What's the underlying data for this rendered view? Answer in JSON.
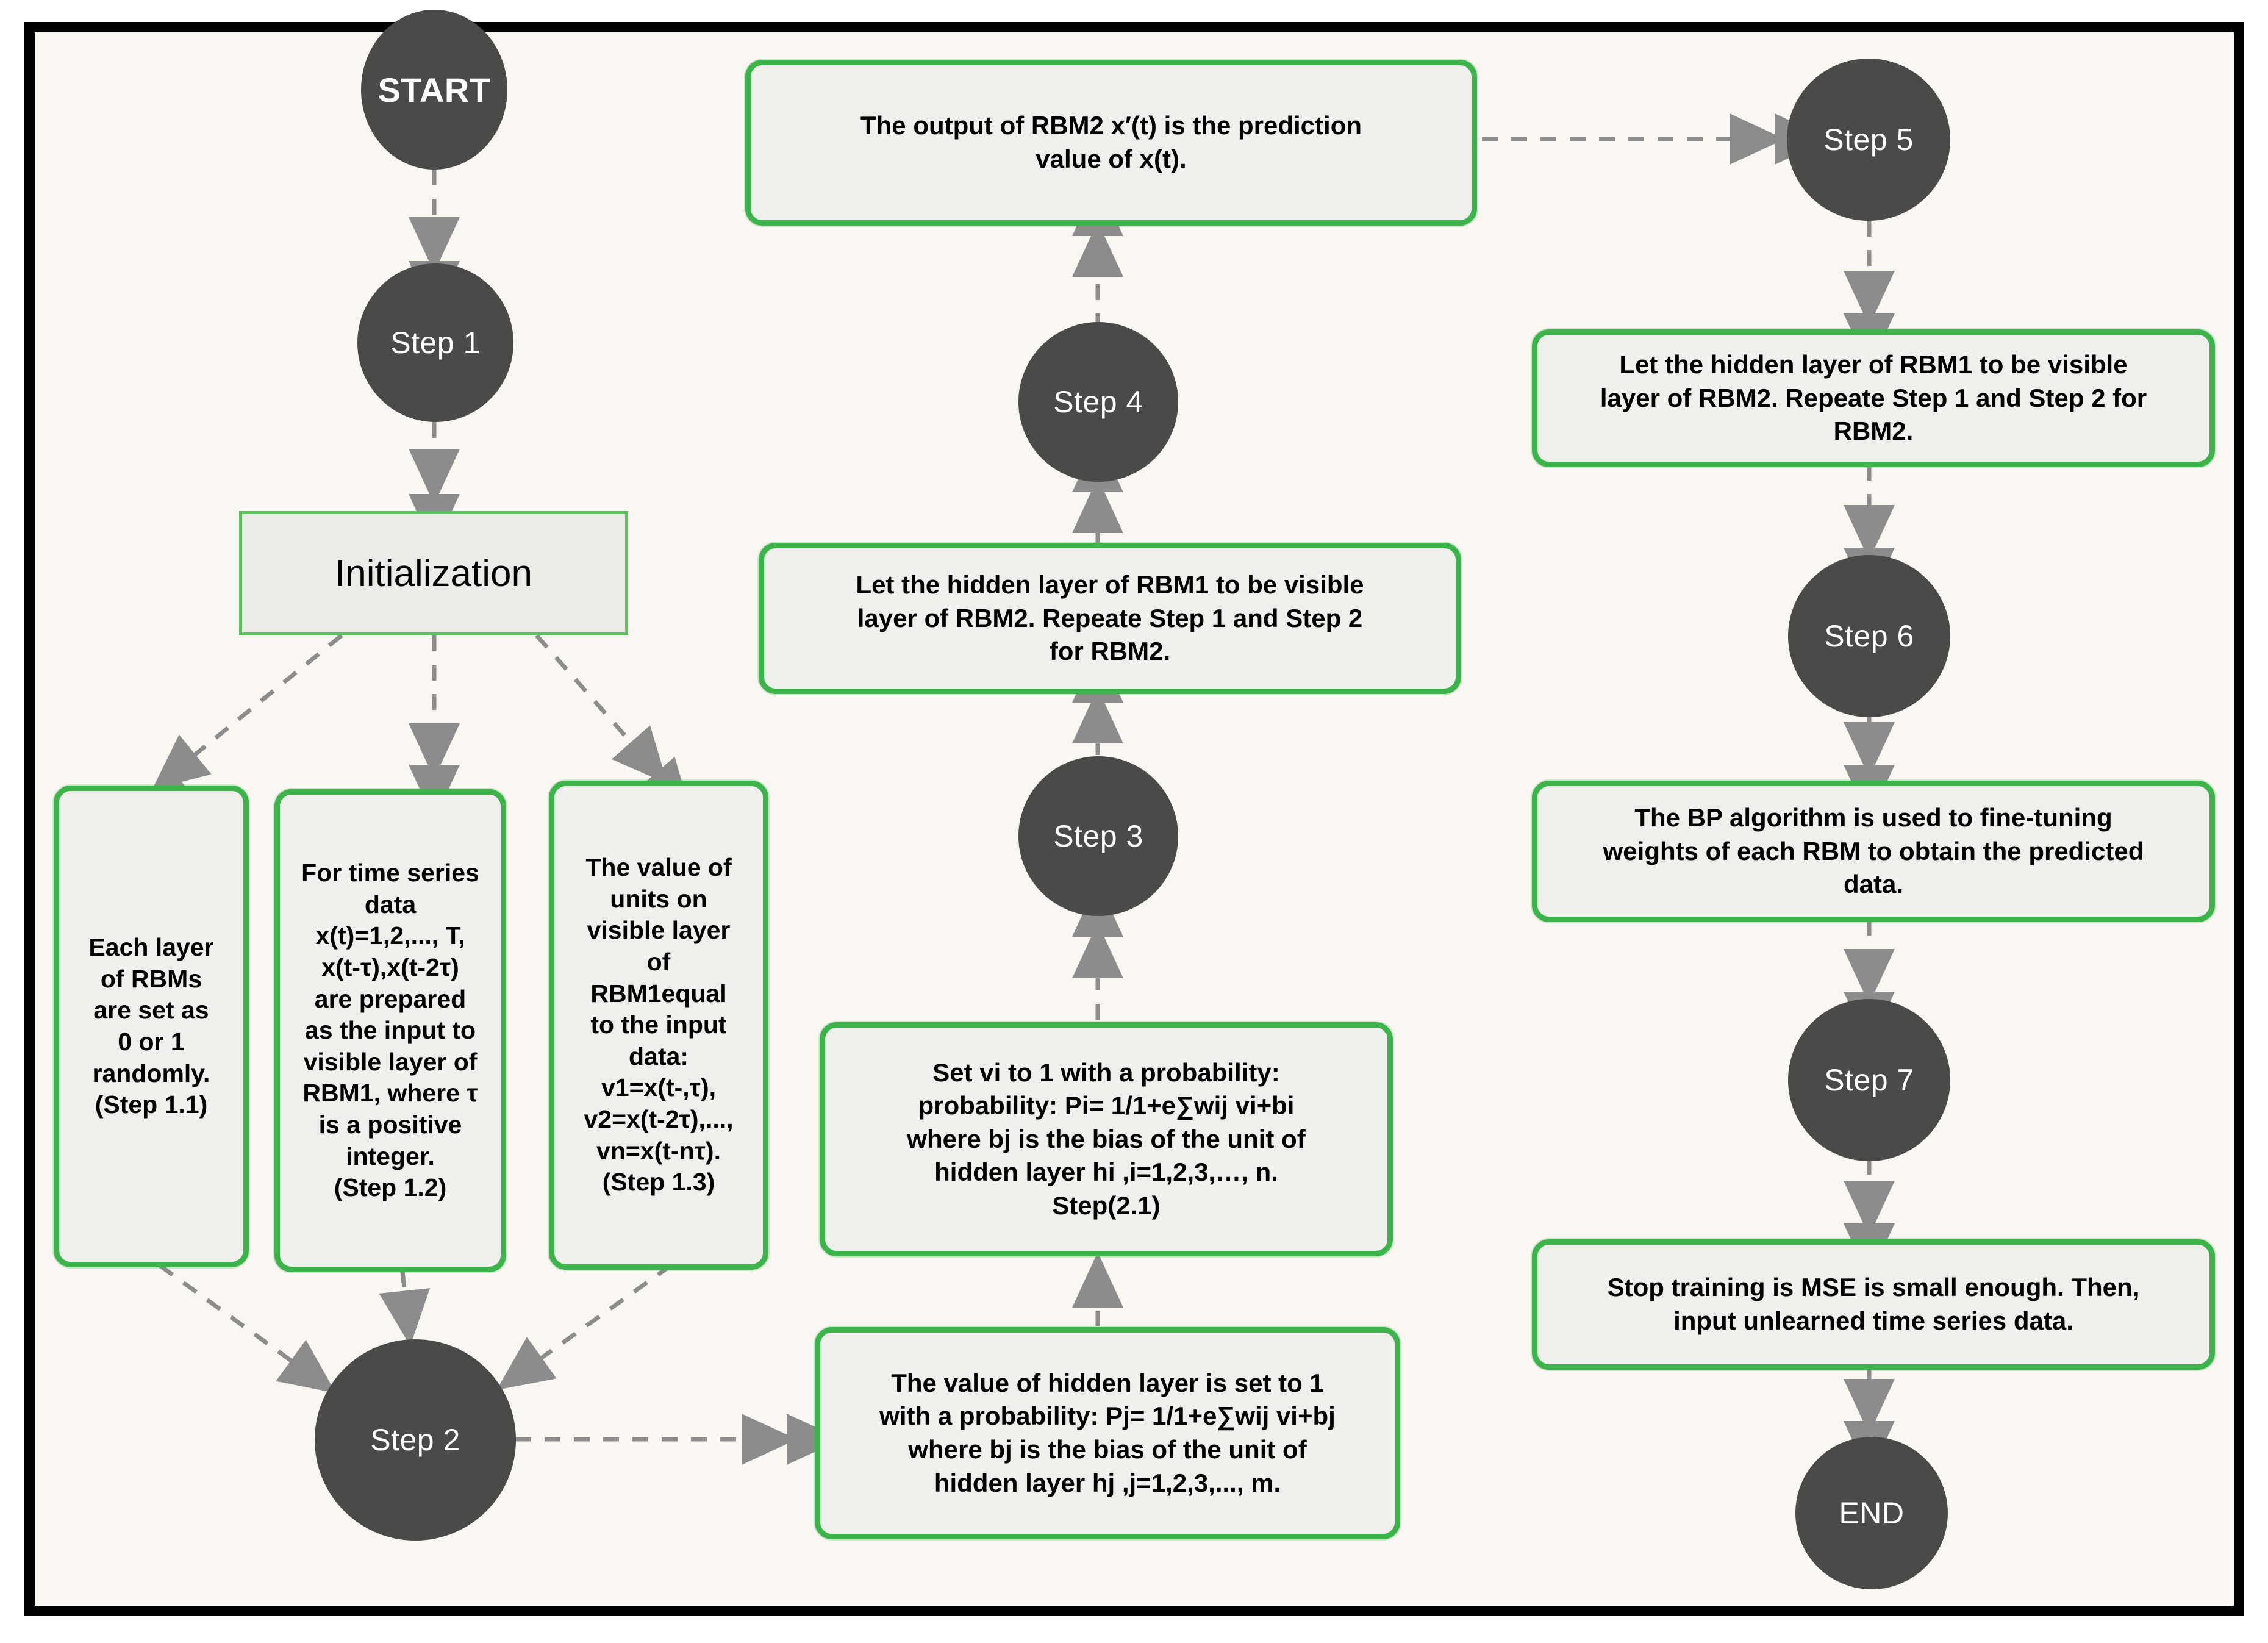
{
  "diagram": {
    "title_nodes": {
      "start": "START",
      "end": "END"
    },
    "colors": {
      "page_background": "#faf7f2",
      "frame_border": "#000000",
      "circle_fill": "#4a4a48",
      "circle_text": "#ffffff",
      "box_border_green": "#3cb44b",
      "box_fill": "#efefeb",
      "arrow_gray": "#8c8c8c",
      "init_border": "#5cbf60"
    },
    "nodes": {
      "start": {
        "label": "START",
        "shape": "circle"
      },
      "step1": {
        "label": "Step 1",
        "shape": "circle"
      },
      "initialization": {
        "label": "Initialization",
        "shape": "rect"
      },
      "step1_1": {
        "label": "Each layer\nof RBMs\nare set as\n0 or 1\nrandomly.\n(Step 1.1)",
        "shape": "rounded-rect"
      },
      "step1_2": {
        "label": "For time series\ndata\nx(t)=1,2,..., T,\nx(t-τ),x(t-2τ)\nare prepared\nas the input to\nvisible layer of\nRBM1, where τ\nis a positive\ninteger.\n(Step 1.2)",
        "shape": "rounded-rect"
      },
      "step1_3": {
        "label": "The value of\nunits on\nvisible layer\nof\nRBM1equal\nto the input\ndata:\nv1=x(t-,τ),\nv2=x(t-2τ),...,\nvn=x(t-nτ).\n(Step 1.3)",
        "shape": "rounded-rect"
      },
      "step2": {
        "label": "Step 2",
        "shape": "circle"
      },
      "hidden_prob": {
        "label": "The value of hidden layer is set to 1\nwith a probability: Pj= 1/1+e∑wij vi+bj\nwhere bj is the bias of the unit of\nhidden layer hj ,j=1,2,3,..., m.",
        "shape": "rounded-rect"
      },
      "step2_1": {
        "label": "Set vi to 1 with a probability:\nprobability: Pi= 1/1+e∑wij vi+bi\nwhere bj is the bias of the unit of\nhidden layer hi ,i=1,2,3,…, n.\nStep(2.1)",
        "shape": "rounded-rect"
      },
      "step3": {
        "label": "Step 3",
        "shape": "circle"
      },
      "hidden_rbm2_mid": {
        "label": "Let the hidden layer of RBM1 to be visible\nlayer of RBM2. Repeate Step 1 and Step 2\nfor RBM2.",
        "shape": "rounded-rect"
      },
      "step4": {
        "label": "Step 4",
        "shape": "circle"
      },
      "output_rbm2": {
        "label": "The output of RBM2 x′(t) is the prediction\nvalue of x(t).",
        "shape": "rounded-rect"
      },
      "step5": {
        "label": "Step 5",
        "shape": "circle"
      },
      "hidden_rbm2_right": {
        "label": "Let the hidden layer of RBM1 to be visible\nlayer of RBM2. Repeate Step 1 and Step 2 for\nRBM2.",
        "shape": "rounded-rect"
      },
      "step6": {
        "label": "Step 6",
        "shape": "circle"
      },
      "bp_algorithm": {
        "label": "The BP algorithm is used to fine-tuning\nweights of each RBM to obtain the predicted\ndata.",
        "shape": "rounded-rect"
      },
      "step7": {
        "label": "Step 7",
        "shape": "circle"
      },
      "stop_training": {
        "label": "Stop training is MSE is small enough. Then,\ninput unlearned time series data.",
        "shape": "rounded-rect"
      },
      "end": {
        "label": "END",
        "shape": "circle"
      }
    }
  }
}
